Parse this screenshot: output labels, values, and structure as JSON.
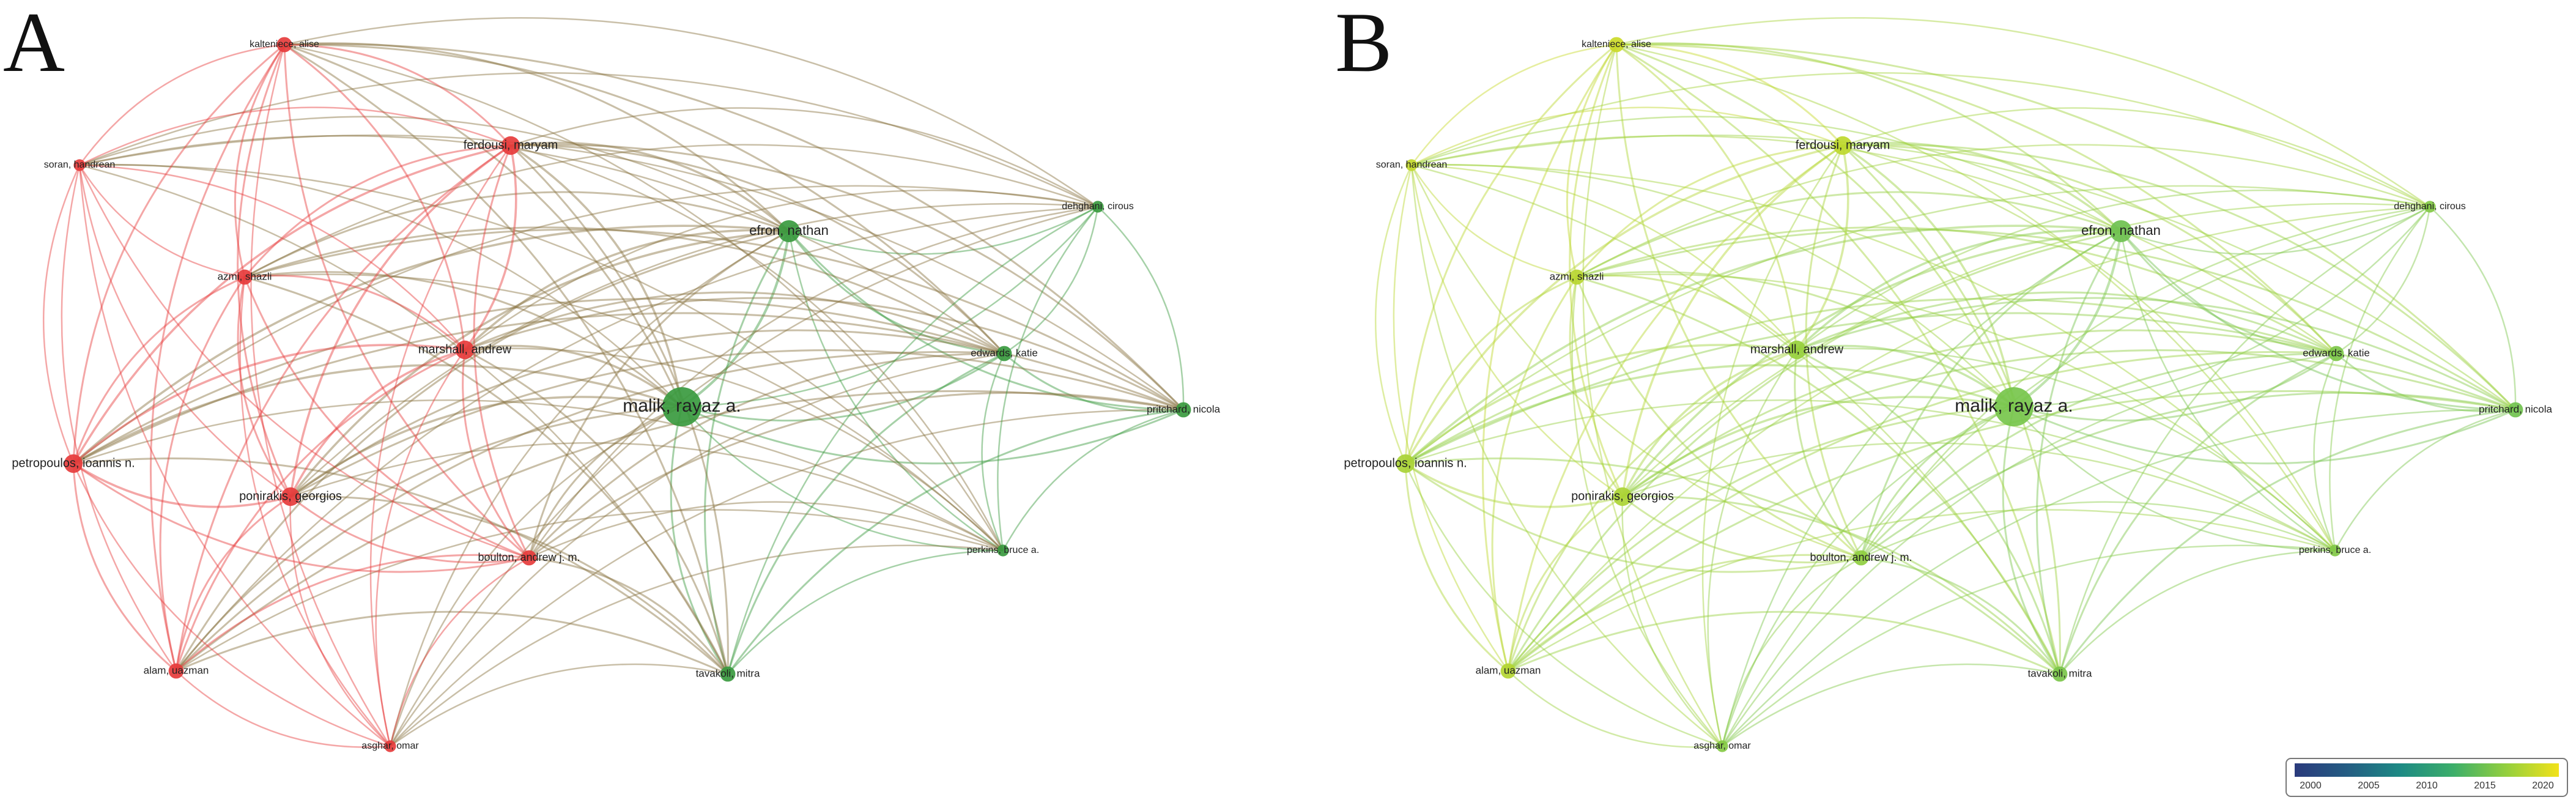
{
  "panels": [
    {
      "letter": "A",
      "mode": "cluster"
    },
    {
      "letter": "B",
      "mode": "overlay"
    }
  ],
  "nodes": [
    {
      "label": "malik, rayaz a.",
      "cluster": "green",
      "year": 2016.2,
      "weight": 10
    },
    {
      "label": "efron, nathan",
      "cluster": "green",
      "year": 2015.8,
      "weight": 5
    },
    {
      "label": "edwards, katie",
      "cluster": "green",
      "year": 2016.5,
      "weight": 3
    },
    {
      "label": "pritchard, nicola",
      "cluster": "green",
      "year": 2015.9,
      "weight": 3
    },
    {
      "label": "dehghani, cirous",
      "cluster": "green",
      "year": 2016.8,
      "weight": 2
    },
    {
      "label": "perkins, bruce a.",
      "cluster": "green",
      "year": 2016.7,
      "weight": 2
    },
    {
      "label": "tavakoli, mitra",
      "cluster": "green",
      "year": 2016.4,
      "weight": 3
    },
    {
      "label": "marshall, andrew",
      "cluster": "red",
      "year": 2017.8,
      "weight": 4
    },
    {
      "label": "ferdousi, maryam",
      "cluster": "red",
      "year": 2019.6,
      "weight": 4
    },
    {
      "label": "kalteniece, alise",
      "cluster": "red",
      "year": 2020.2,
      "weight": 3
    },
    {
      "label": "soran, handrean",
      "cluster": "red",
      "year": 2019.8,
      "weight": 2
    },
    {
      "label": "azmi, shazli",
      "cluster": "red",
      "year": 2019.3,
      "weight": 3
    },
    {
      "label": "petropoulos, ioannis n.",
      "cluster": "red",
      "year": 2018.6,
      "weight": 4
    },
    {
      "label": "ponirakis, georgios",
      "cluster": "red",
      "year": 2018.7,
      "weight": 4
    },
    {
      "label": "boulton, andrew j. m.",
      "cluster": "red",
      "year": 2017.4,
      "weight": 3
    },
    {
      "label": "alam, uazman",
      "cluster": "red",
      "year": 2019.1,
      "weight": 3
    },
    {
      "label": "asghar, omar",
      "cluster": "red",
      "year": 2016.9,
      "weight": 2
    }
  ],
  "legend": {
    "ticks": [
      "2000",
      "2005",
      "2010",
      "2015",
      "2020"
    ],
    "gradient": [
      "#2a3a7c",
      "#245d83",
      "#1d8a84",
      "#3cae6a",
      "#93cf3e",
      "#f2e21a"
    ]
  },
  "colors": {
    "cluster_red": "#e63c3c",
    "cluster_green": "#3a9a3f"
  }
}
